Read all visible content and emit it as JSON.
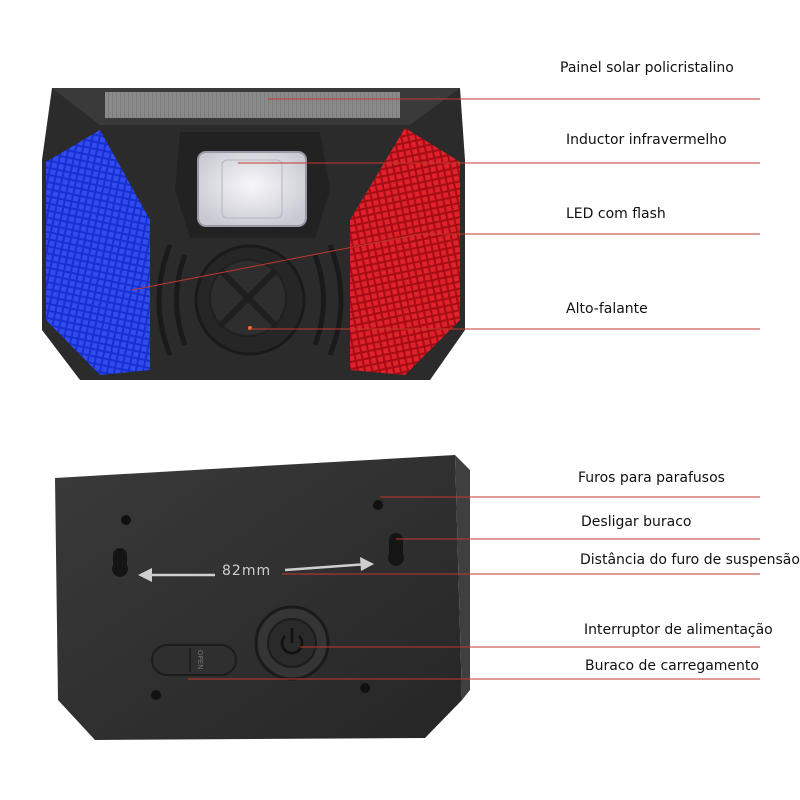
{
  "front_view": {
    "callouts": [
      {
        "id": "solar-panel",
        "text": "Painel solar policristalino"
      },
      {
        "id": "pir-sensor",
        "text": "Inductor infravermelho"
      },
      {
        "id": "flash-led",
        "text": "LED com flash"
      },
      {
        "id": "speaker",
        "text": "Alto-falante"
      }
    ],
    "colors": {
      "housing": "#2a2a2a",
      "left_led": "#1a2fd0",
      "right_led": "#d0121a",
      "lens": "#e6e6ea"
    }
  },
  "back_view": {
    "callouts": [
      {
        "id": "screw-holes",
        "text": "Furos para parafusos"
      },
      {
        "id": "shutdown-hole",
        "text": "Desligar buraco"
      },
      {
        "id": "hanging-distance",
        "text": "Distância do furo de suspensão"
      },
      {
        "id": "power-switch",
        "text": "Interruptor de alimentação"
      },
      {
        "id": "charging-hole",
        "text": "Buraco de carregamento"
      }
    ],
    "dimension_text": "82mm",
    "cover_marking": "OPEN",
    "colors": {
      "housing": "#2e2e2e",
      "leader": "#c0392b"
    }
  }
}
